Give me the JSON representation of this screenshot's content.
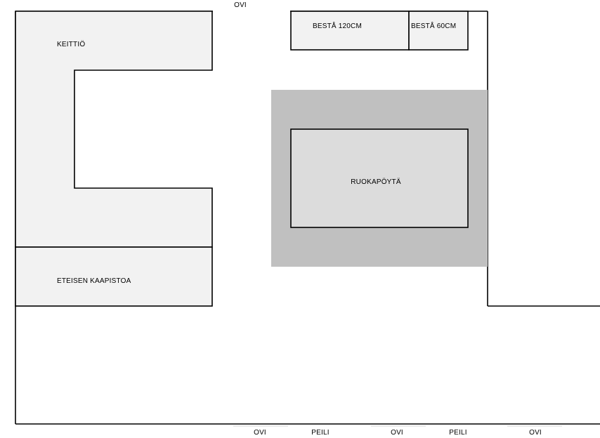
{
  "floorplan": {
    "labels": {
      "door_top": "OVI",
      "kitchen": "KEITTIÖ",
      "hall_cabinets": "ETEISEN KAAPISTOA",
      "besta_120": "BESTÅ 120CM",
      "besta_60": "BESTÅ 60CM",
      "dining_table": "RUOKAPÖYTÄ",
      "bottom": [
        "OVI",
        "PEILI",
        "OVI",
        "PEILI",
        "OVI"
      ]
    },
    "colors": {
      "wall": "#000000",
      "furniture_fill": "#f2f2f2",
      "rug": "#c0c0c0",
      "table": "#dcdcdc",
      "door_gap": "#e0e0e0"
    }
  }
}
